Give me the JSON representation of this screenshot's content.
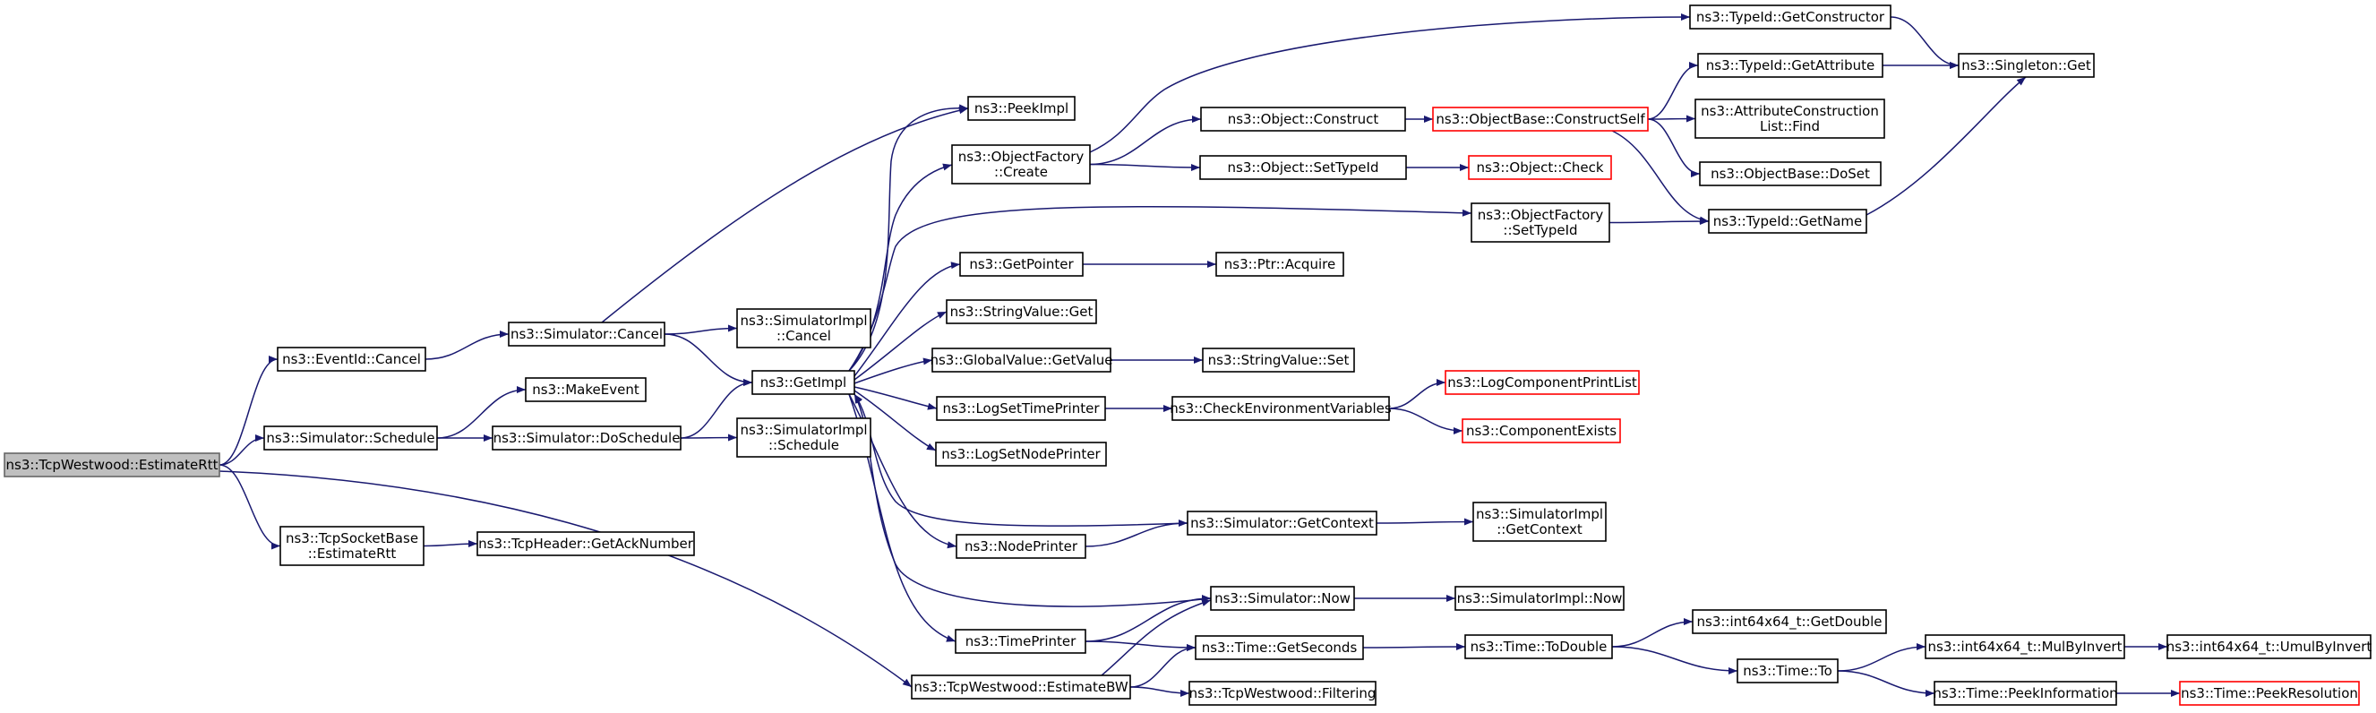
{
  "colors": {
    "edge": "#191970",
    "root_fill": "#bfbfbf",
    "normal_border": "#000000",
    "truncated_border": "#ff0000",
    "background": "#ffffff"
  },
  "nodes": {
    "root": {
      "lines": [
        "ns3::TcpWestwood::EstimateRtt"
      ],
      "style": "root"
    },
    "eventid_cancel": {
      "lines": [
        "ns3::EventId::Cancel"
      ],
      "style": "normal"
    },
    "sim_schedule": {
      "lines": [
        "ns3::Simulator::Schedule"
      ],
      "style": "normal"
    },
    "tcpsb_estimatertt": {
      "lines": [
        "ns3::TcpSocketBase",
        "::EstimateRtt"
      ],
      "style": "normal"
    },
    "tcpwestwood_estimatebw": {
      "lines": [
        "ns3::TcpWestwood::EstimateBW"
      ],
      "style": "normal"
    },
    "sim_cancel": {
      "lines": [
        "ns3::Simulator::Cancel"
      ],
      "style": "normal"
    },
    "makeevent": {
      "lines": [
        "ns3::MakeEvent"
      ],
      "style": "normal"
    },
    "sim_doschedule": {
      "lines": [
        "ns3::Simulator::DoSchedule"
      ],
      "style": "normal"
    },
    "tcpheader_getacknumber": {
      "lines": [
        "ns3::TcpHeader::GetAckNumber"
      ],
      "style": "normal"
    },
    "simimpl_cancel": {
      "lines": [
        "ns3::SimulatorImpl",
        "::Cancel"
      ],
      "style": "normal"
    },
    "getimpl": {
      "lines": [
        "ns3::GetImpl"
      ],
      "style": "normal"
    },
    "simimpl_schedule": {
      "lines": [
        "ns3::SimulatorImpl",
        "::Schedule"
      ],
      "style": "normal"
    },
    "peekimpl": {
      "lines": [
        "ns3::PeekImpl"
      ],
      "style": "normal"
    },
    "objfactory_create": {
      "lines": [
        "ns3::ObjectFactory",
        "::Create"
      ],
      "style": "normal"
    },
    "getpointer": {
      "lines": [
        "ns3::GetPointer"
      ],
      "style": "normal"
    },
    "stringvalue_get": {
      "lines": [
        "ns3::StringValue::Get"
      ],
      "style": "normal"
    },
    "globalvalue_getvalue": {
      "lines": [
        "ns3::GlobalValue::GetValue"
      ],
      "style": "normal"
    },
    "logsettimeprinter": {
      "lines": [
        "ns3::LogSetTimePrinter"
      ],
      "style": "normal"
    },
    "logsetnodeprinter": {
      "lines": [
        "ns3::LogSetNodePrinter"
      ],
      "style": "normal"
    },
    "nodeprinter": {
      "lines": [
        "ns3::NodePrinter"
      ],
      "style": "normal"
    },
    "timeprinter": {
      "lines": [
        "ns3::TimePrinter"
      ],
      "style": "normal"
    },
    "object_construct": {
      "lines": [
        "ns3::Object::Construct"
      ],
      "style": "normal"
    },
    "object_settypeid": {
      "lines": [
        "ns3::Object::SetTypeId"
      ],
      "style": "normal"
    },
    "ptr_acquire": {
      "lines": [
        "ns3::Ptr::Acquire"
      ],
      "style": "normal"
    },
    "stringvalue_set": {
      "lines": [
        "ns3::StringValue::Set"
      ],
      "style": "normal"
    },
    "checkenvvars": {
      "lines": [
        "ns3::CheckEnvironmentVariables"
      ],
      "style": "normal"
    },
    "sim_getcontext": {
      "lines": [
        "ns3::Simulator::GetContext"
      ],
      "style": "normal"
    },
    "sim_now": {
      "lines": [
        "ns3::Simulator::Now"
      ],
      "style": "normal"
    },
    "time_getseconds": {
      "lines": [
        "ns3::Time::GetSeconds"
      ],
      "style": "normal"
    },
    "tcpwestwood_filtering": {
      "lines": [
        "ns3::TcpWestwood::Filtering"
      ],
      "style": "normal"
    },
    "objbase_constructself": {
      "lines": [
        "ns3::ObjectBase::ConstructSelf"
      ],
      "style": "red"
    },
    "object_check": {
      "lines": [
        "ns3::Object::Check"
      ],
      "style": "red"
    },
    "objfactory_settypeid": {
      "lines": [
        "ns3::ObjectFactory",
        "::SetTypeId"
      ],
      "style": "normal"
    },
    "logcomponentprintlist": {
      "lines": [
        "ns3::LogComponentPrintList"
      ],
      "style": "red"
    },
    "componentexists": {
      "lines": [
        "ns3::ComponentExists"
      ],
      "style": "red"
    },
    "simimpl_getcontext": {
      "lines": [
        "ns3::SimulatorImpl",
        "::GetContext"
      ],
      "style": "normal"
    },
    "simimpl_now": {
      "lines": [
        "ns3::SimulatorImpl::Now"
      ],
      "style": "normal"
    },
    "time_todouble": {
      "lines": [
        "ns3::Time::ToDouble"
      ],
      "style": "normal"
    },
    "typeid_getconstructor": {
      "lines": [
        "ns3::TypeId::GetConstructor"
      ],
      "style": "normal"
    },
    "typeid_getattribute": {
      "lines": [
        "ns3::TypeId::GetAttribute"
      ],
      "style": "normal"
    },
    "attrconstructionlist_find": {
      "lines": [
        "ns3::AttributeConstruction",
        "List::Find"
      ],
      "style": "normal"
    },
    "objbase_doset": {
      "lines": [
        "ns3::ObjectBase::DoSet"
      ],
      "style": "normal"
    },
    "typeid_getname": {
      "lines": [
        "ns3::TypeId::GetName"
      ],
      "style": "normal"
    },
    "int64_getdouble": {
      "lines": [
        "ns3::int64x64_t::GetDouble"
      ],
      "style": "normal"
    },
    "time_to": {
      "lines": [
        "ns3::Time::To"
      ],
      "style": "normal"
    },
    "singleton_get": {
      "lines": [
        "ns3::Singleton::Get"
      ],
      "style": "normal"
    },
    "int64_mulbyinvert": {
      "lines": [
        "ns3::int64x64_t::MulByInvert"
      ],
      "style": "normal"
    },
    "time_peekinformation": {
      "lines": [
        "ns3::Time::PeekInformation"
      ],
      "style": "normal"
    },
    "int64_umulbyinvert": {
      "lines": [
        "ns3::int64x64_t::UmulByInvert"
      ],
      "style": "normal"
    },
    "time_peekresolution": {
      "lines": [
        "ns3::Time::PeekResolution"
      ],
      "style": "red"
    }
  },
  "edges": [
    [
      "root",
      "eventid_cancel"
    ],
    [
      "root",
      "sim_schedule"
    ],
    [
      "root",
      "tcpsb_estimatertt"
    ],
    [
      "root",
      "tcpwestwood_estimatebw"
    ],
    [
      "eventid_cancel",
      "sim_cancel"
    ],
    [
      "sim_cancel",
      "simimpl_cancel"
    ],
    [
      "sim_cancel",
      "getimpl"
    ],
    [
      "sim_cancel",
      "peekimpl"
    ],
    [
      "sim_schedule",
      "makeevent"
    ],
    [
      "sim_schedule",
      "sim_doschedule"
    ],
    [
      "sim_doschedule",
      "getimpl"
    ],
    [
      "sim_doschedule",
      "simimpl_schedule"
    ],
    [
      "tcpsb_estimatertt",
      "tcpheader_getacknumber"
    ],
    [
      "getimpl",
      "peekimpl"
    ],
    [
      "getimpl",
      "objfactory_create"
    ],
    [
      "getimpl",
      "objfactory_settypeid"
    ],
    [
      "getimpl",
      "getpointer"
    ],
    [
      "getimpl",
      "stringvalue_get"
    ],
    [
      "getimpl",
      "globalvalue_getvalue"
    ],
    [
      "getimpl",
      "logsettimeprinter"
    ],
    [
      "getimpl",
      "logsetnodeprinter"
    ],
    [
      "getimpl",
      "nodeprinter"
    ],
    [
      "getimpl",
      "timeprinter"
    ],
    [
      "objfactory_create",
      "typeid_getconstructor"
    ],
    [
      "objfactory_create",
      "object_construct"
    ],
    [
      "objfactory_create",
      "object_settypeid"
    ],
    [
      "object_construct",
      "objbase_constructself"
    ],
    [
      "object_settypeid",
      "object_check"
    ],
    [
      "objbase_constructself",
      "typeid_getattribute"
    ],
    [
      "objbase_constructself",
      "attrconstructionlist_find"
    ],
    [
      "objbase_constructself",
      "objbase_doset"
    ],
    [
      "objbase_constructself",
      "typeid_getname"
    ],
    [
      "typeid_getconstructor",
      "singleton_get"
    ],
    [
      "typeid_getattribute",
      "singleton_get"
    ],
    [
      "typeid_getname",
      "singleton_get"
    ],
    [
      "objfactory_settypeid",
      "typeid_getname"
    ],
    [
      "getpointer",
      "ptr_acquire"
    ],
    [
      "globalvalue_getvalue",
      "stringvalue_set"
    ],
    [
      "logsettimeprinter",
      "checkenvvars"
    ],
    [
      "checkenvvars",
      "logcomponentprintlist"
    ],
    [
      "checkenvvars",
      "componentexists"
    ],
    [
      "nodeprinter",
      "sim_getcontext"
    ],
    [
      "sim_getcontext",
      "getimpl"
    ],
    [
      "sim_getcontext",
      "simimpl_getcontext"
    ],
    [
      "timeprinter",
      "sim_now"
    ],
    [
      "timeprinter",
      "time_getseconds"
    ],
    [
      "sim_now",
      "getimpl"
    ],
    [
      "sim_now",
      "simimpl_now"
    ],
    [
      "time_getseconds",
      "time_todouble"
    ],
    [
      "time_todouble",
      "int64_getdouble"
    ],
    [
      "time_todouble",
      "time_to"
    ],
    [
      "time_to",
      "int64_mulbyinvert"
    ],
    [
      "time_to",
      "time_peekinformation"
    ],
    [
      "int64_mulbyinvert",
      "int64_umulbyinvert"
    ],
    [
      "time_peekinformation",
      "time_peekresolution"
    ],
    [
      "tcpwestwood_estimatebw",
      "sim_now"
    ],
    [
      "tcpwestwood_estimatebw",
      "time_getseconds"
    ],
    [
      "tcpwestwood_estimatebw",
      "tcpwestwood_filtering"
    ]
  ]
}
